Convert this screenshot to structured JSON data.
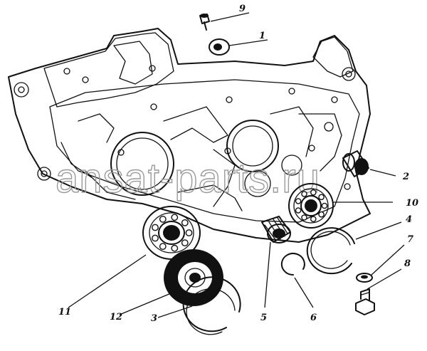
{
  "watermark": "ansat-parts.ru",
  "callouts": [
    {
      "id": "9",
      "text": "9"
    },
    {
      "id": "1",
      "text": "1"
    },
    {
      "id": "2",
      "text": "2"
    },
    {
      "id": "10",
      "text": "10"
    },
    {
      "id": "4",
      "text": "4"
    },
    {
      "id": "7",
      "text": "7"
    },
    {
      "id": "8",
      "text": "8"
    },
    {
      "id": "11",
      "text": "11"
    },
    {
      "id": "12",
      "text": "12"
    },
    {
      "id": "3",
      "text": "3"
    },
    {
      "id": "5",
      "text": "5"
    },
    {
      "id": "6",
      "text": "6"
    }
  ]
}
